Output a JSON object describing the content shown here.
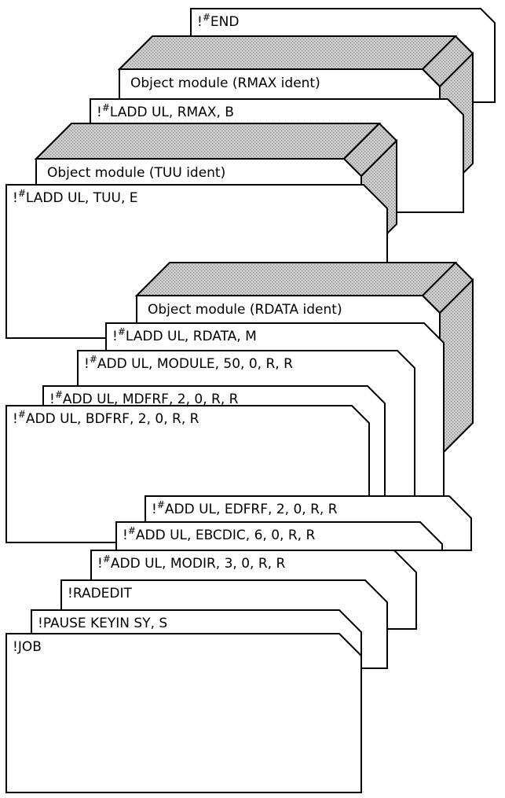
{
  "diagram": {
    "colors": {
      "outline": "#000000",
      "card_fill": "#ffffff",
      "shade": "#cfcfcf",
      "shade_dot": "#8a8a8a"
    },
    "cards": [
      {
        "id": "card-end",
        "prefix": "!",
        "sup": "#",
        "text": "END",
        "object_module": false
      },
      {
        "id": "card-object-rmax",
        "prefix": "",
        "sup": "",
        "text": "Object module (RMAX ident)",
        "object_module": true
      },
      {
        "id": "card-ladd-rmax",
        "prefix": "!",
        "sup": "#",
        "text": "LADD UL, RMAX, B",
        "object_module": false
      },
      {
        "id": "card-object-tuu",
        "prefix": "",
        "sup": "",
        "text": "Object module (TUU ident)",
        "object_module": true
      },
      {
        "id": "card-ladd-tuu",
        "prefix": "!",
        "sup": "#",
        "text": "LADD UL, TUU, E",
        "object_module": false
      },
      {
        "id": "card-object-rdata",
        "prefix": "",
        "sup": "",
        "text": "Object module (RDATA ident)",
        "object_module": true
      },
      {
        "id": "card-ladd-rdata",
        "prefix": "!",
        "sup": "#",
        "text": "LADD UL, RDATA, M",
        "object_module": false
      },
      {
        "id": "card-add-module",
        "prefix": "!",
        "sup": "#",
        "text": "ADD UL, MODULE, 50, 0, R, R",
        "object_module": false
      },
      {
        "id": "card-add-mdfrf",
        "prefix": "!",
        "sup": "#",
        "text": "ADD UL, MDFRF, 2, 0, R, R",
        "object_module": false
      },
      {
        "id": "card-add-bdfrf",
        "prefix": "!",
        "sup": "#",
        "text": "ADD UL, BDFRF, 2, 0, R, R",
        "object_module": false
      },
      {
        "id": "card-add-edfrf",
        "prefix": "!",
        "sup": "#",
        "text": "ADD UL, EDFRF, 2, 0, R, R",
        "object_module": false
      },
      {
        "id": "card-add-ebcdic",
        "prefix": "!",
        "sup": "#",
        "text": "ADD UL, EBCDIC, 6, 0, R, R",
        "object_module": false
      },
      {
        "id": "card-add-modir",
        "prefix": "!",
        "sup": "#",
        "text": "ADD UL, MODIR, 3, 0, R, R",
        "object_module": false
      },
      {
        "id": "card-radedit",
        "prefix": "!",
        "sup": "",
        "text": "RADEDIT",
        "object_module": false
      },
      {
        "id": "card-pause",
        "prefix": "!",
        "sup": "",
        "text": "PAUSE KEYIN SY, S",
        "object_module": false
      },
      {
        "id": "card-job",
        "prefix": "!",
        "sup": "",
        "text": "JOB",
        "object_module": false
      }
    ]
  }
}
